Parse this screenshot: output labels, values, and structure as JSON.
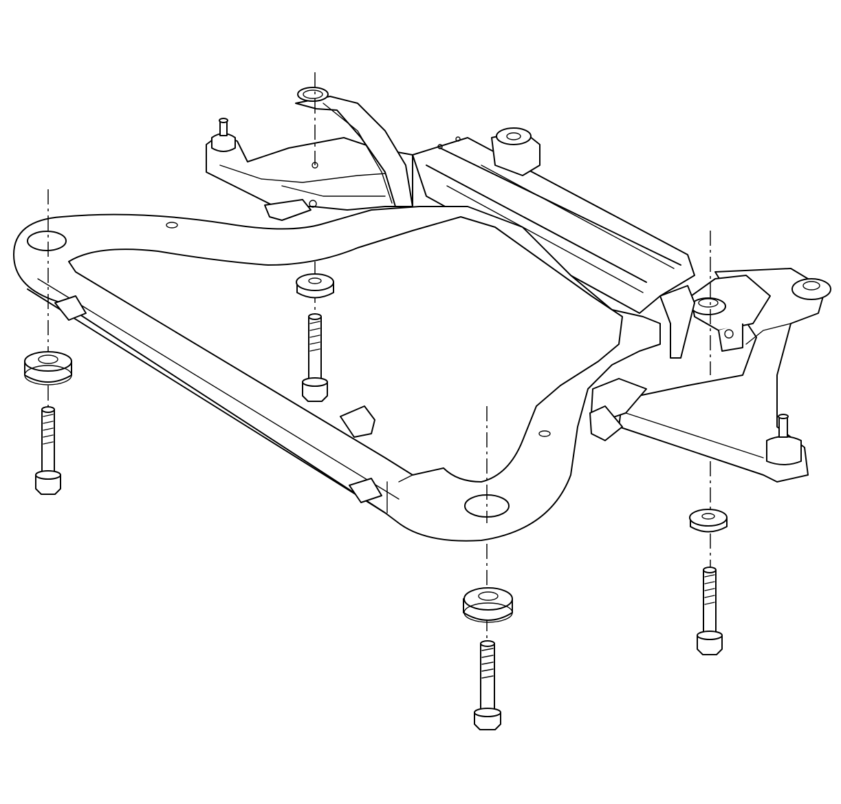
{
  "diagram": {
    "type": "exploded-view",
    "subject": "front-suspension-frame",
    "colors": {
      "line": "#000000",
      "background": "#ffffff"
    },
    "parts": [
      "frame",
      "rear-left-control-arm",
      "rear-right-control-arm",
      "engine-mount-bracket",
      "mount-insulator-left-front",
      "mount-insulator-left-rear",
      "mount-insulator-right-front",
      "mount-insulator-right-rear",
      "frame-bolt-left-front",
      "frame-bolt-left-rear",
      "frame-bolt-right-front",
      "frame-bolt-right-rear"
    ]
  }
}
